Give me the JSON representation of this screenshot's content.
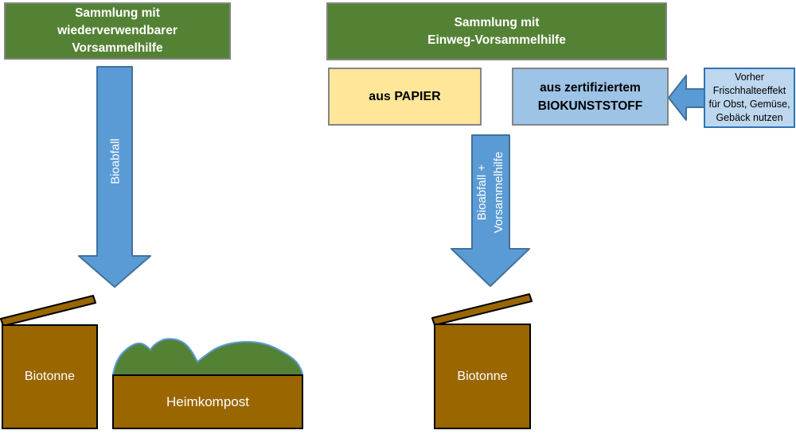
{
  "palette": {
    "header_green": "#548235",
    "arrow_blue_fill": "#5B9BD5",
    "arrow_blue_border": "#41719C",
    "paper_yellow": "#FFE699",
    "bioplastic_blue": "#9DC3E6",
    "note_blue_fill": "#BDD7EE",
    "note_blue_border": "#2E75B6",
    "bin_brown": "#996600",
    "gray_box_border": "#848484",
    "compost_green": "#548235"
  },
  "left_flow": {
    "header": "Sammlung mit\nwiederverwendbarer\nVorsammelhilfe",
    "arrow_label": "Bioabfall",
    "bin_label": "Biotonne",
    "compost_label": "Heimkompost"
  },
  "right_flow": {
    "header": "Sammlung mit\nEinweg-Vorsammelhilfe",
    "paper_box": "aus PAPIER",
    "bioplastic_box": "aus zertifiziertem\nBIOKUNSTSTOFF",
    "note_box": "Vorher\nFrischhalteeffekt\nfür Obst, Gemüse,\nGebäck nutzen",
    "arrow_label": "Bioabfall +\nVorsammelhilfe",
    "bin_label": "Biotonne"
  }
}
